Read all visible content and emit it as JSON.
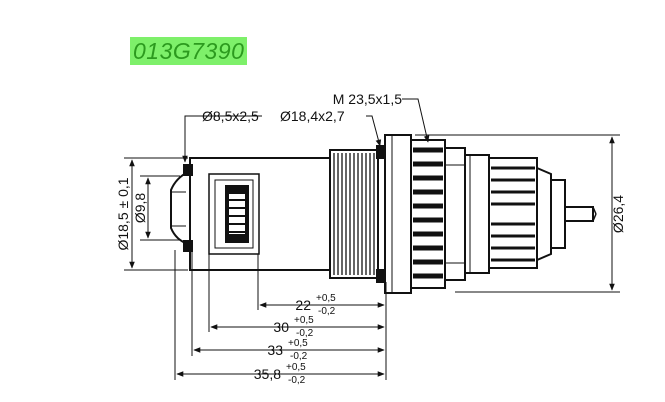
{
  "part_number": "013G7390",
  "labels": {
    "thread": "M 23,5x1,5",
    "oring_small": "Ø8,5x2,5",
    "oring_large": "Ø18,4x2,7",
    "dia_outer_left": "Ø18,5 ± 0,1",
    "dia_inner_left": "Ø9,8",
    "dia_right": "Ø26,4"
  },
  "lengths": [
    {
      "value": "22",
      "tol_plus": "+0,5",
      "tol_minus": "-0,2"
    },
    {
      "value": "30",
      "tol_plus": "+0,5",
      "tol_minus": "-0,2"
    },
    {
      "value": "33",
      "tol_plus": "+0,5",
      "tol_minus": "-0,2"
    },
    {
      "value": "35,8",
      "tol_plus": "+0,5",
      "tol_minus": "-0,2"
    }
  ],
  "colors": {
    "highlight": "#7ef06a",
    "part_text": "#2c9a1e",
    "line": "#111111"
  }
}
